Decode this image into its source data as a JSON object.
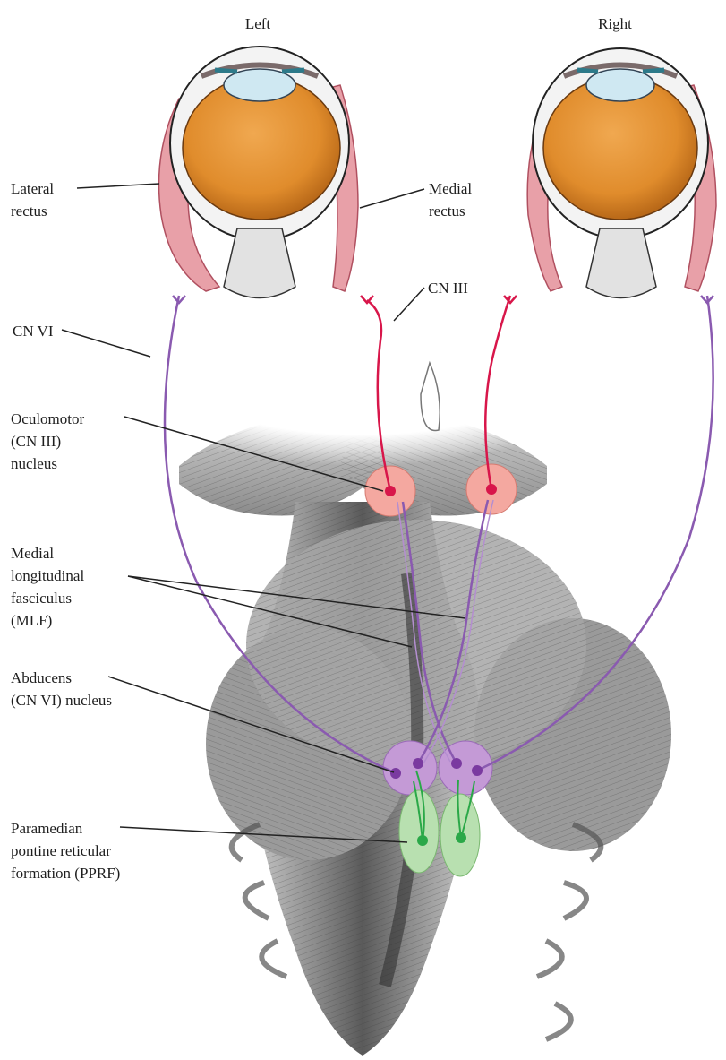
{
  "sides": {
    "left": "Left",
    "right": "Right"
  },
  "labels": {
    "lateral_rectus": [
      "Lateral",
      "rectus"
    ],
    "medial_rectus": [
      "Medial",
      "rectus"
    ],
    "cn3": "CN III",
    "cn6": "CN VI",
    "oculomotor_nucleus": [
      "Oculomotor",
      "(CN III)",
      "nucleus"
    ],
    "mlf": [
      "Medial",
      "longitudinal",
      "fasciculus",
      "(MLF)"
    ],
    "abducens_nucleus": [
      "Abducens",
      "(CN VI) nucleus"
    ],
    "pprf": [
      "Paramedian",
      "pontine reticular",
      "formation (PPRF)"
    ]
  },
  "colors": {
    "cn3_nerve": "#d8164a",
    "cn3_nucleus": "#f4a8a0",
    "cn6_nerve": "#8a5ab0",
    "cn6_nucleus": "#c49ad6",
    "pprf_nucleus": "#b8e0b0",
    "pprf_neuron": "#2aa848",
    "eye_lens_body": "#e08c2c",
    "muscle": "#e8a0a8",
    "brainstem": "#8a8a8a"
  }
}
